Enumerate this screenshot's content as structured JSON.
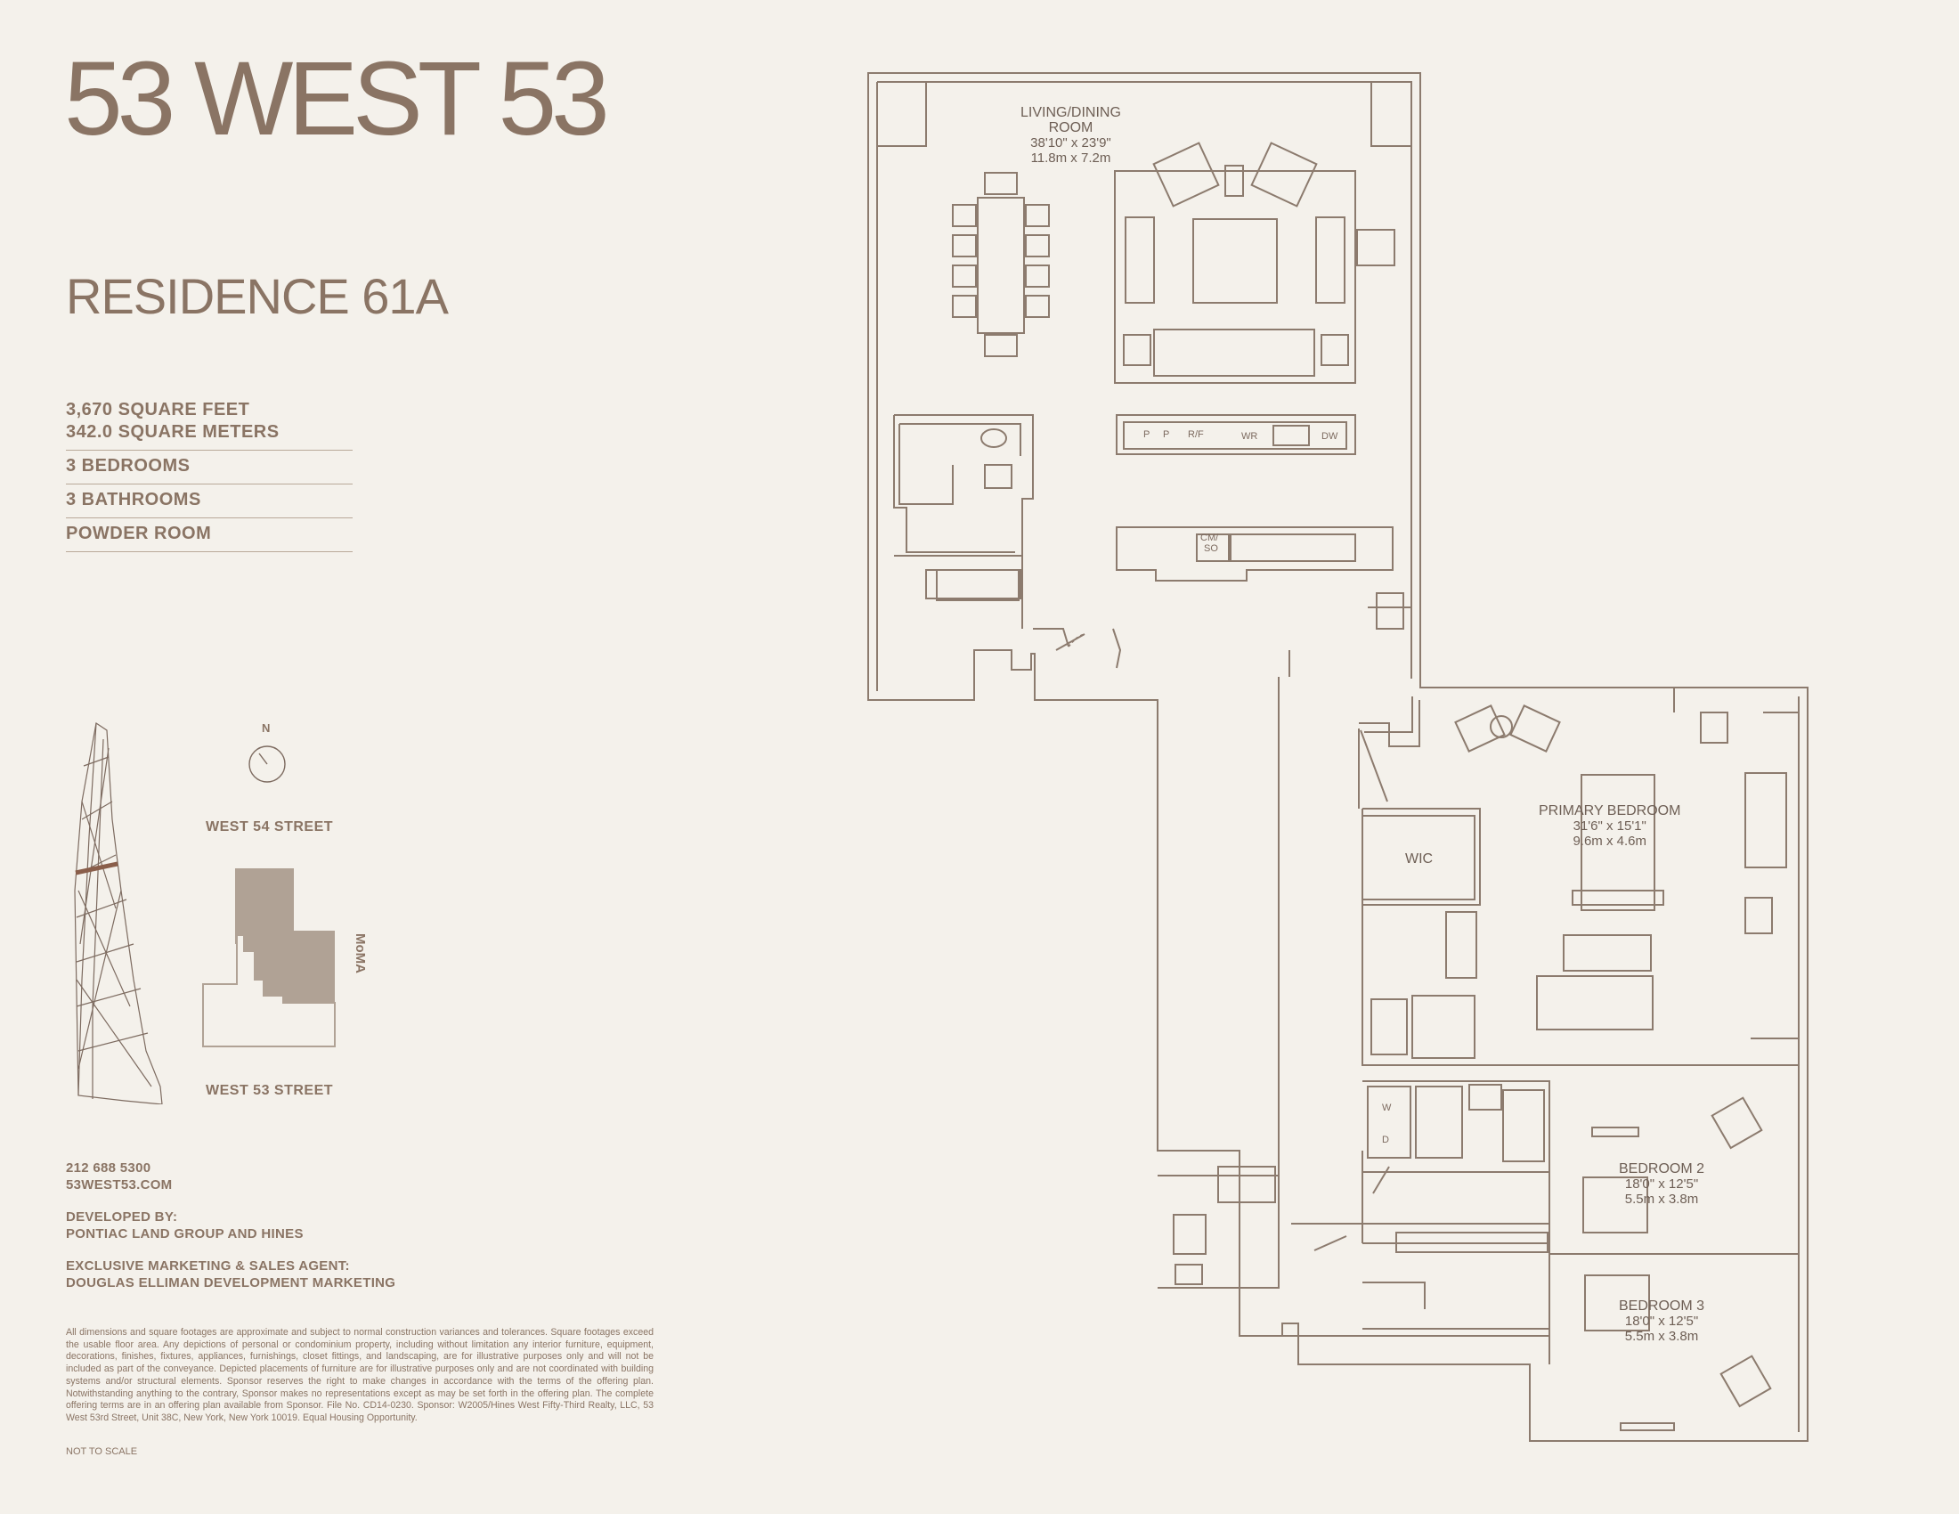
{
  "brand": {
    "name": "53 WEST 53"
  },
  "residence": {
    "title": "RESIDENCE 61A"
  },
  "specs": {
    "area_sqft": "3,670 SQUARE FEET",
    "area_sqm": "342.0 SQUARE METERS",
    "bedrooms": "3 BEDROOMS",
    "bathrooms": "3 BATHROOMS",
    "powder": "POWDER ROOM"
  },
  "location": {
    "compass": "N",
    "street_north": "WEST 54 STREET",
    "street_south": "WEST 53 STREET",
    "neighbor": "MoMA"
  },
  "contact": {
    "phone": "212 688 5300",
    "website": "53WEST53.COM",
    "developed_label": "DEVELOPED BY:",
    "developer": "PONTIAC LAND GROUP AND HINES",
    "agent_label": "EXCLUSIVE MARKETING & SALES AGENT:",
    "agent": "DOUGLAS ELLIMAN DEVELOPMENT MARKETING"
  },
  "disclaimer": "All dimensions and square footages are approximate and subject to normal construction variances and tolerances. Square footages exceed the usable floor area. Any depictions of personal or condominium property, including without limitation any interior furniture, equipment, decorations, finishes, fixtures, appliances, furnishings, closet fittings, and landscaping, are for illustrative purposes only and will not be included as part of the conveyance. Depicted placements of furniture are for illustrative purposes only and are not coordinated with building systems and/or structural elements. Sponsor reserves the right to make changes in accordance with the terms of the offering plan. Notwithstanding anything to the contrary, Sponsor makes no representations except as may be set forth in the offering plan. The complete offering terms are in an offering plan available from Sponsor. File No. CD14-0230. Sponsor: W2005/Hines West Fifty-Third Realty, LLC, 53 West 53rd Street, Unit 38C, New York, New York 10019. Equal Housing Opportunity.",
  "scale_note": "NOT TO SCALE",
  "rooms": {
    "living": {
      "name1": "LIVING/DINING",
      "name2": "ROOM",
      "dim_imperial": "38'10\" x 23'9\"",
      "dim_metric": "11.8m x 7.2m"
    },
    "primary": {
      "name": "PRIMARY BEDROOM",
      "dim_imperial": "31'6\" x 15'1\"",
      "dim_metric": "9.6m x 4.6m"
    },
    "wic": {
      "name": "WIC"
    },
    "bedroom2": {
      "name": "BEDROOM 2",
      "dim_imperial": "18'0\" x 12'5\"",
      "dim_metric": "5.5m x 3.8m"
    },
    "bedroom3": {
      "name": "BEDROOM 3",
      "dim_imperial": "18'0\" x 12'5\"",
      "dim_metric": "5.5m x 3.8m"
    }
  },
  "appliances": {
    "p1": "P",
    "p2": "P",
    "rf": "R/F",
    "wr": "WR",
    "dw": "DW",
    "cmso1": "CM/",
    "cmso2": "SO",
    "w": "W",
    "d": "D"
  },
  "colors": {
    "text": "#8a7464",
    "background": "#f4f1eb",
    "line": "#8c7b6e",
    "map_building": "#b0a295"
  }
}
